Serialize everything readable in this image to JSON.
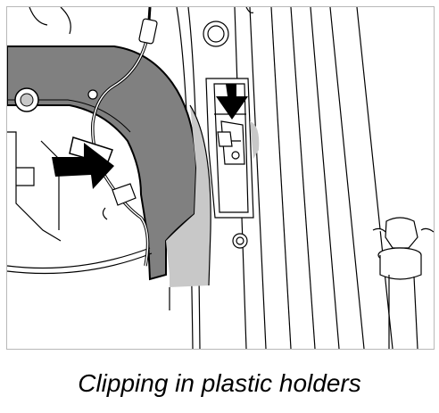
{
  "figure": {
    "caption": "Clipping in plastic holders",
    "colors": {
      "background": "#ffffff",
      "line": "#000000",
      "panel_fill": "#808080",
      "shadow_fill": "#c8c8c8",
      "frame_border": "#b8b8b8",
      "arrow_fill": "#000000"
    },
    "callouts": [
      {
        "name": "left-arrow",
        "points_to": "wire-clip"
      },
      {
        "name": "right-arrow",
        "points_to": "plastic-holder"
      }
    ]
  }
}
